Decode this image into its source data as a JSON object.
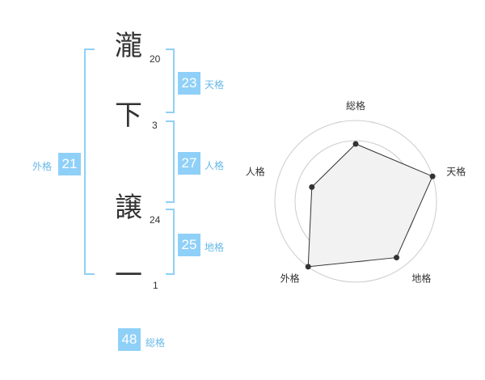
{
  "name_chars": [
    {
      "char": "瀧",
      "strokes": "20"
    },
    {
      "char": "下",
      "strokes": "3"
    },
    {
      "char": "譲",
      "strokes": "24"
    },
    {
      "char": "一",
      "strokes": "1"
    }
  ],
  "kaku": {
    "tenkaku": {
      "value": "23",
      "label": "天格"
    },
    "jinkaku": {
      "value": "27",
      "label": "人格"
    },
    "chikaku": {
      "value": "25",
      "label": "地格"
    },
    "gaikaku": {
      "value": "21",
      "label": "外格"
    },
    "soukaku": {
      "value": "48",
      "label": "総格"
    }
  },
  "chart_data": {
    "type": "radar",
    "axes": [
      "総格",
      "天格",
      "地格",
      "外格",
      "人格"
    ],
    "values": [
      0.71,
      1.0,
      0.86,
      1.0,
      0.57
    ],
    "max": 1.0,
    "rings": 4,
    "grid": true,
    "colors": {
      "fill": "#f2f2f2",
      "line": "#333333",
      "grid": "#cccccc",
      "center": "#cccccc"
    }
  },
  "colors": {
    "accent": "#8fd0f8",
    "bracket": "#8fd0f8",
    "label": "#66b8e8"
  }
}
